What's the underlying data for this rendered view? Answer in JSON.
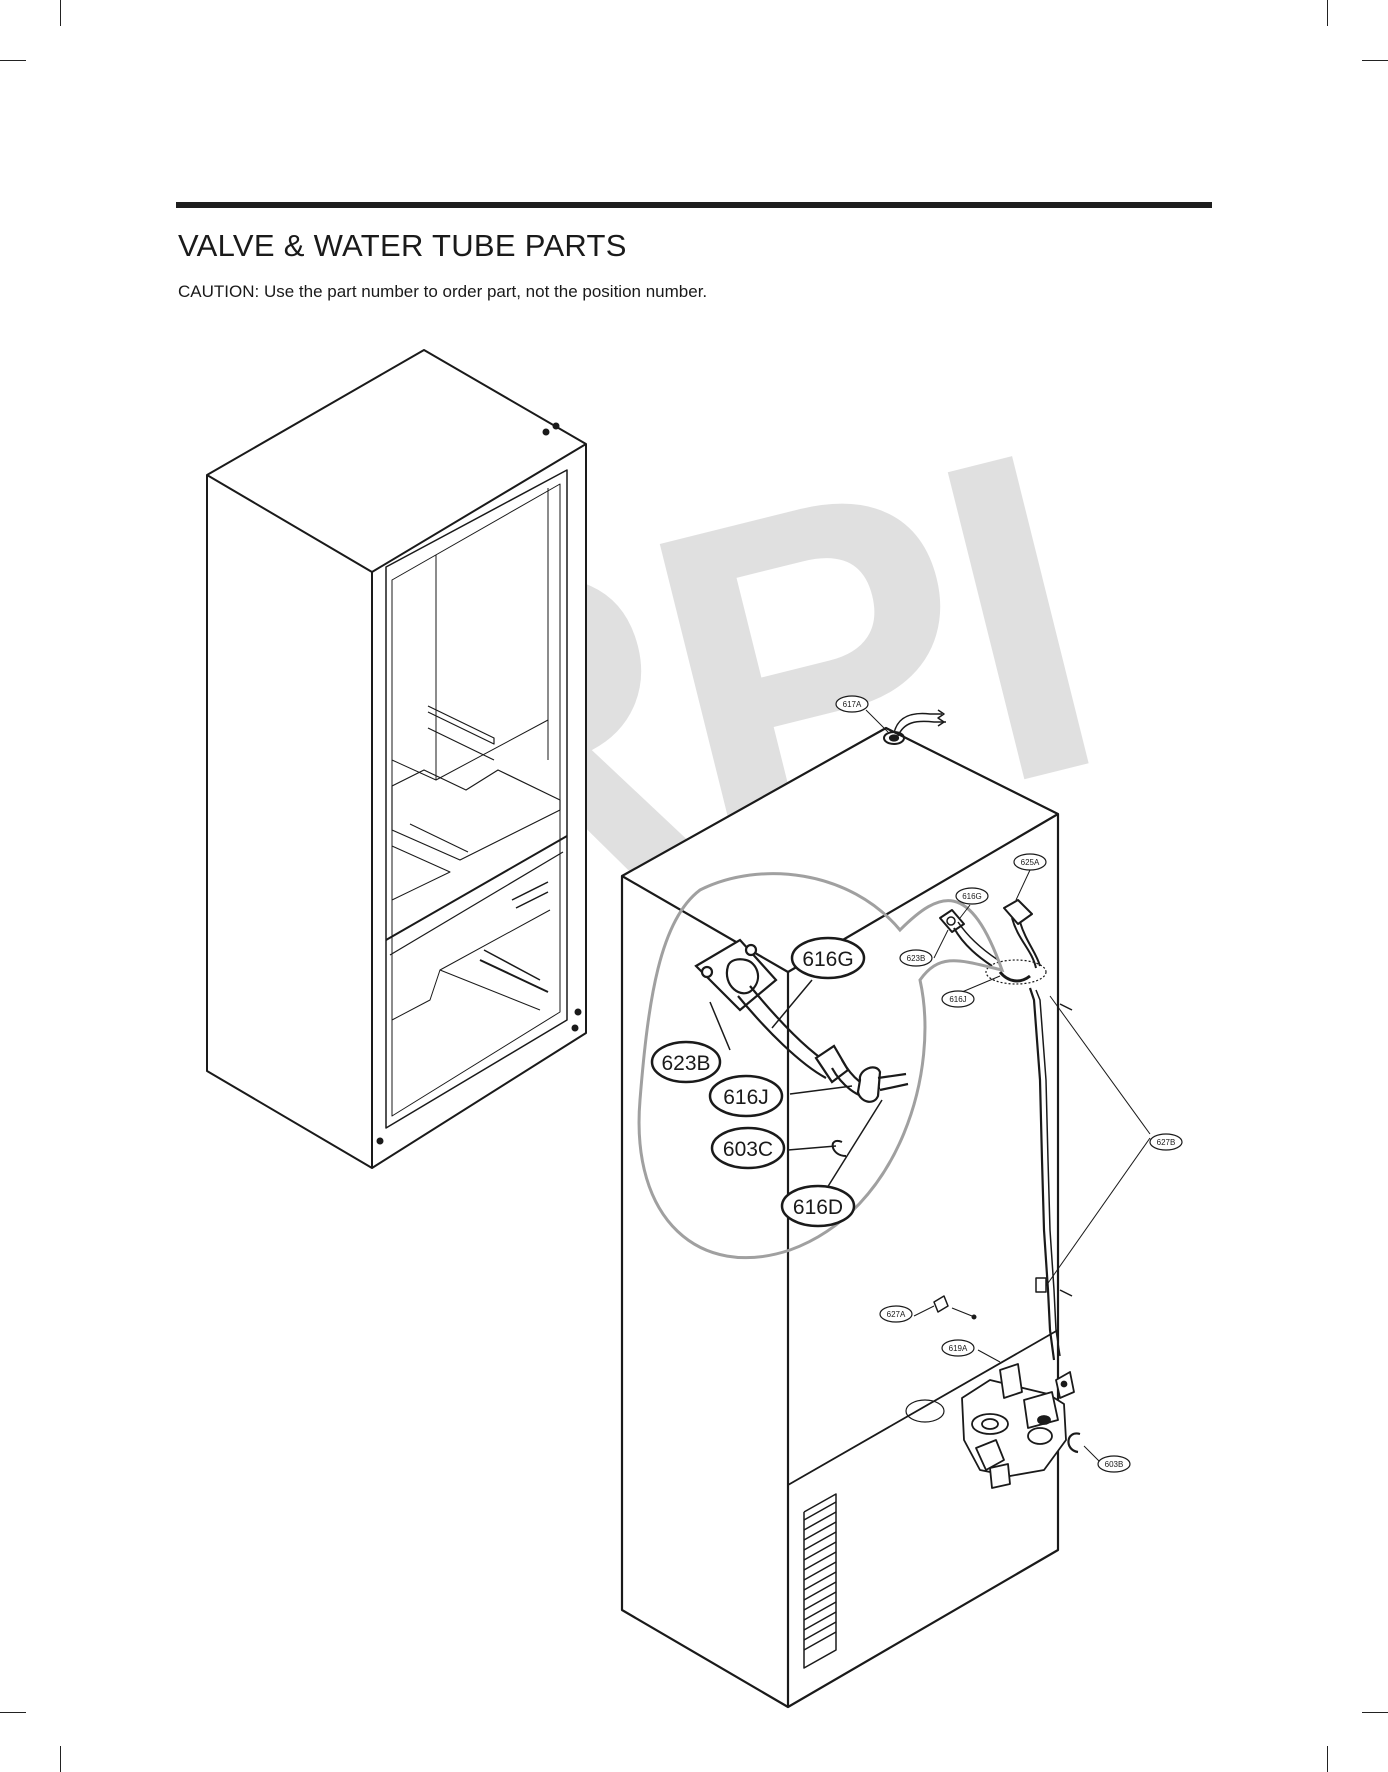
{
  "header": {
    "title": "VALVE & WATER TUBE PARTS",
    "caution": "CAUTION: Use the part number to order part, not the position number."
  },
  "watermark": {
    "text": "RPI"
  },
  "callouts": {
    "large": [
      "616G",
      "623B",
      "616J",
      "603C",
      "616D"
    ],
    "small": [
      "617A",
      "625A",
      "616G",
      "623B",
      "616J",
      "627B",
      "627A",
      "619A",
      "603B"
    ]
  },
  "colors": {
    "ink": "#1a1a1a",
    "rule": "#1e1e1e",
    "watermark": "#c8c8c8",
    "detail_circle": "#9a9a9a"
  }
}
